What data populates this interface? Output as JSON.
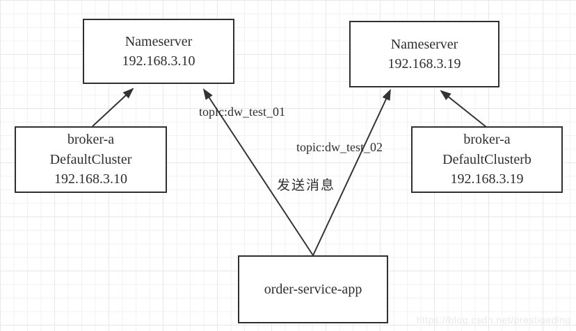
{
  "diagram": {
    "nodes": {
      "nameserver_1": {
        "lines": [
          "Nameserver",
          "192.168.3.10"
        ]
      },
      "nameserver_2": {
        "lines": [
          "Nameserver",
          "192.168.3.19"
        ]
      },
      "broker_a": {
        "lines": [
          "broker-a",
          "DefaultCluster",
          "192.168.3.10"
        ]
      },
      "broker_b": {
        "lines": [
          "broker-a",
          "DefaultClusterb",
          "192.168.3.19"
        ]
      },
      "app": {
        "lines": [
          "order-service-app"
        ]
      }
    },
    "edge_labels": {
      "topic_1": "topic:dw_test_01",
      "topic_2": "topic:dw_test_02",
      "send_message": "发送消息"
    },
    "watermark": "https://blog.csdn.net/prestigeding"
  },
  "colors": {
    "line": "#333333",
    "box_border": "#2f2f2f",
    "text": "#2e2e2e",
    "grid_minor": "#f2f2f2",
    "grid_major": "#e7e7e7",
    "watermark": "#e9e9e9"
  }
}
